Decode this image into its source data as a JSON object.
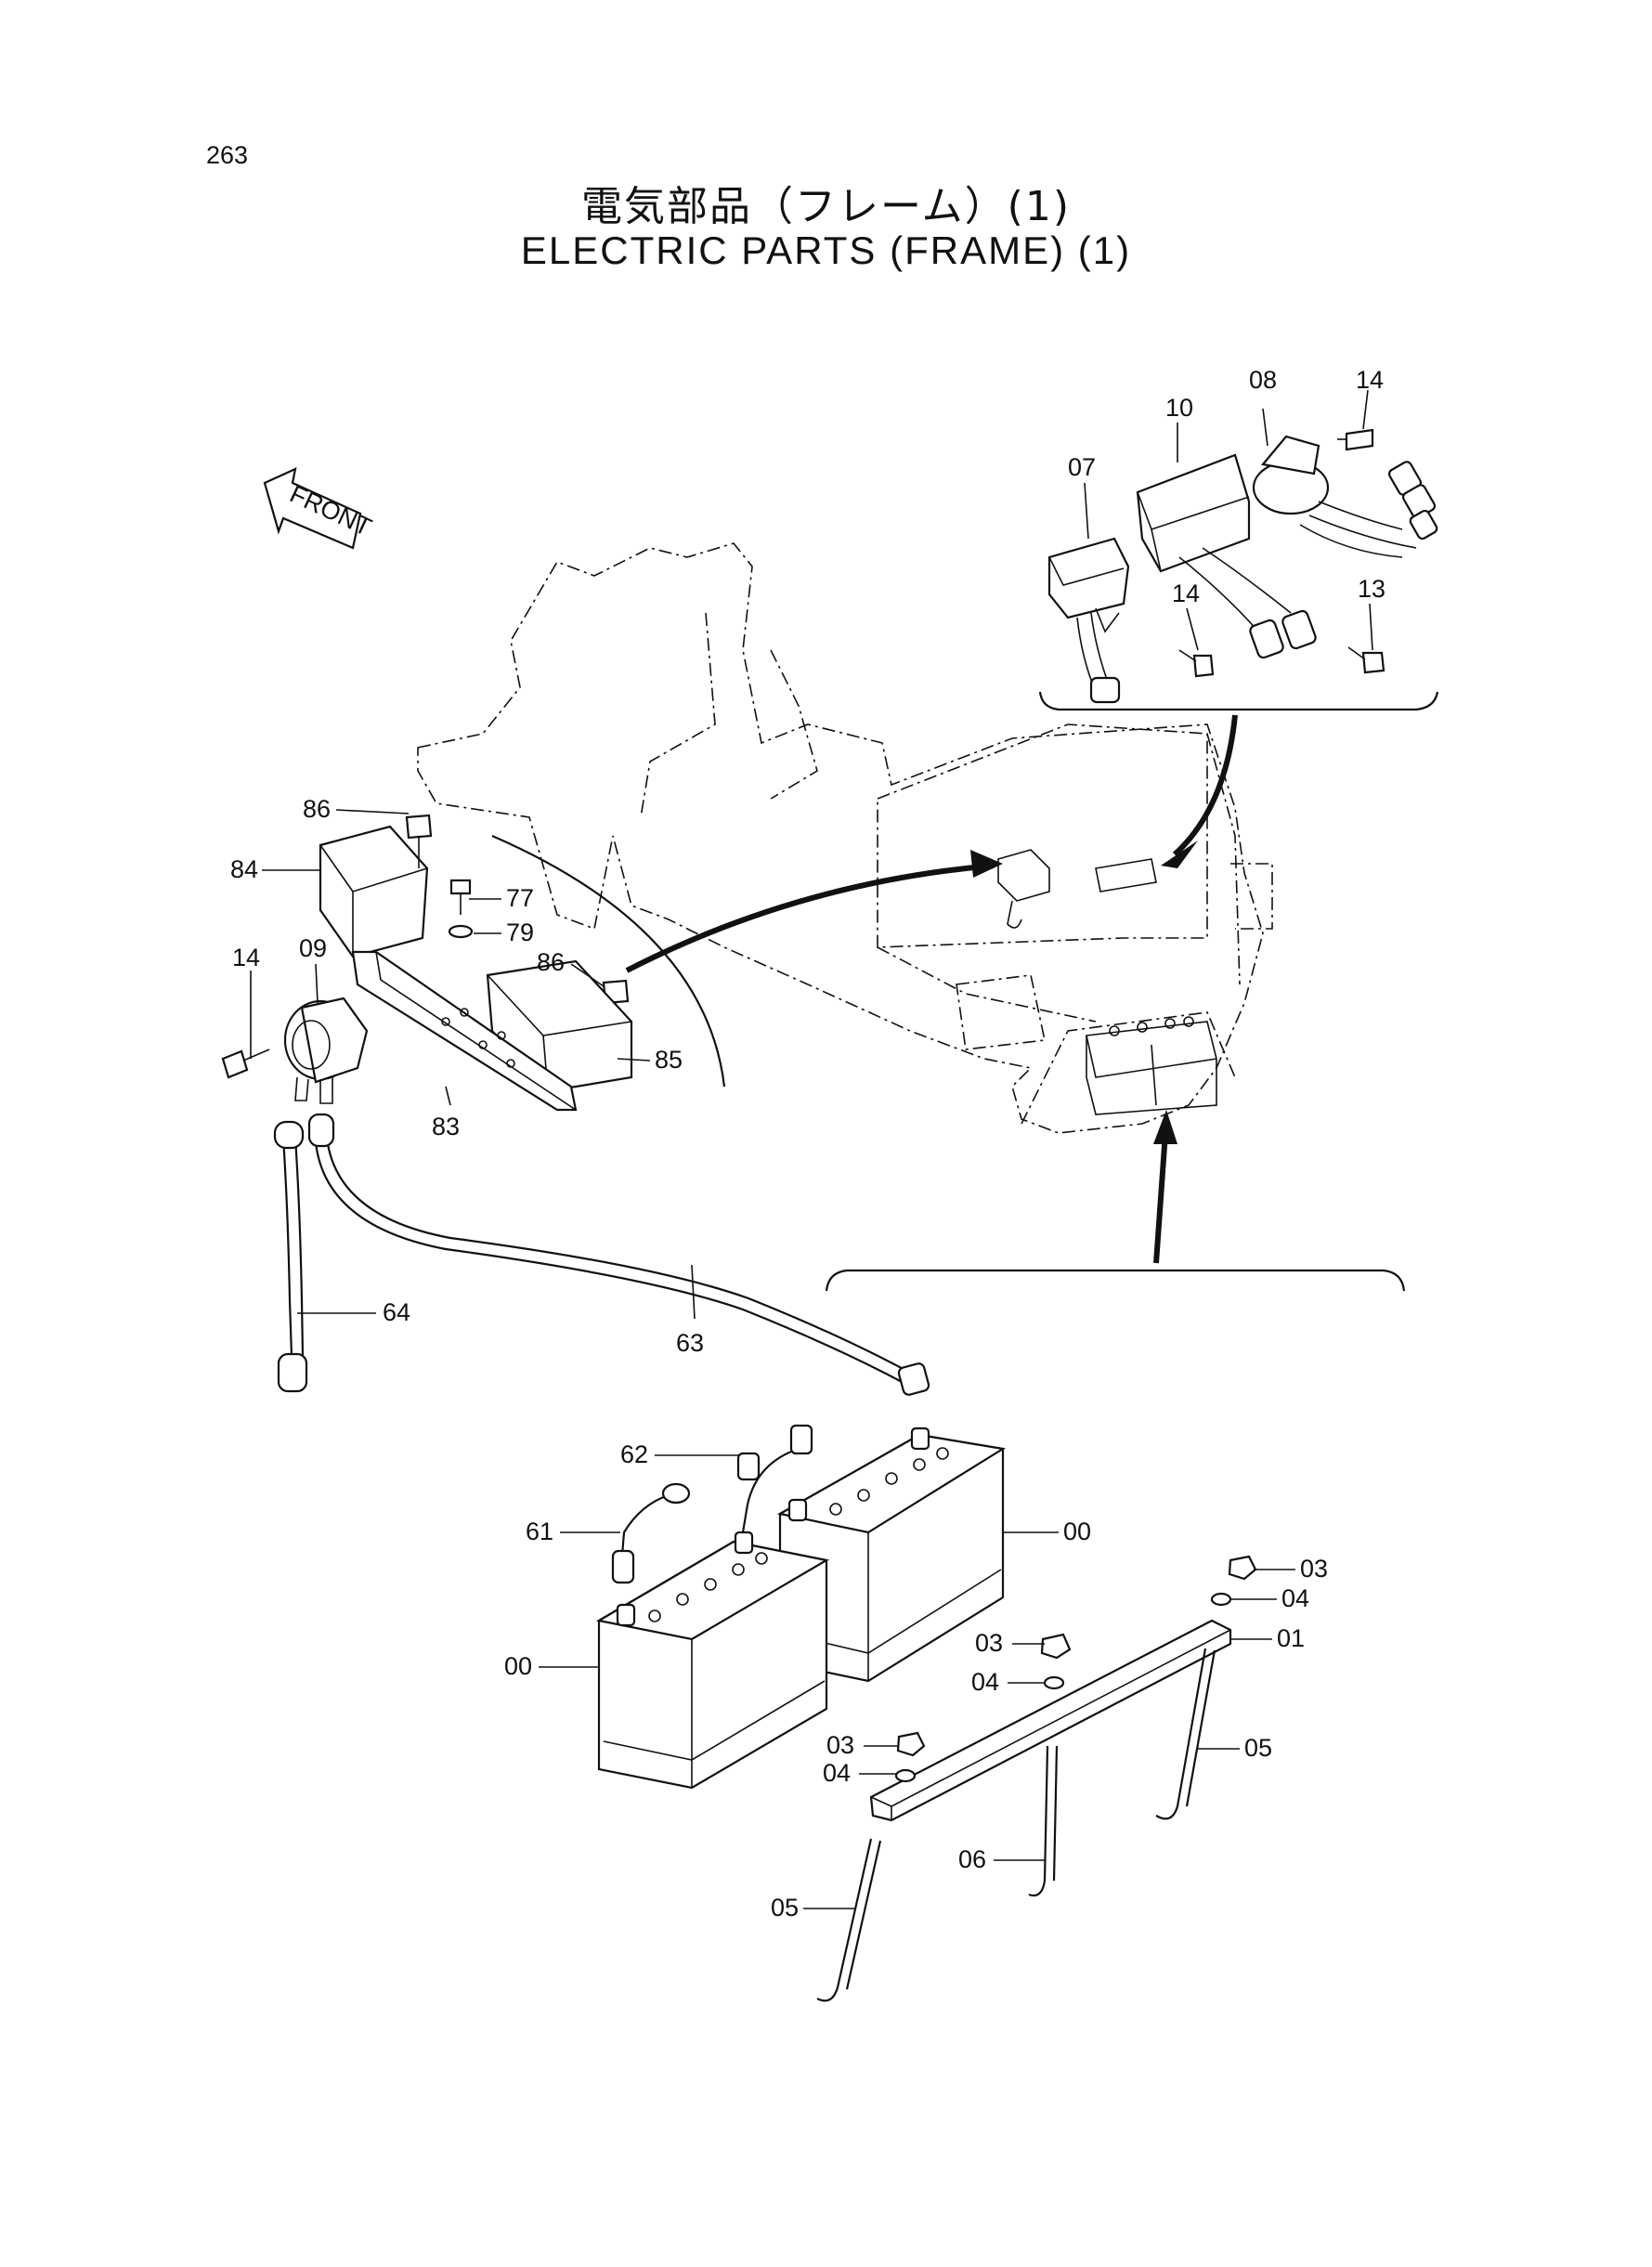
{
  "page_number": "263",
  "title_jp": "電気部品（フレーム）(1)",
  "title_en": "ELECTRIC PARTS (FRAME) (1)",
  "front_label": "FRONT",
  "callouts": [
    {
      "id": "c00a",
      "text": "00"
    },
    {
      "id": "c00b",
      "text": "00"
    },
    {
      "id": "c01",
      "text": "01"
    },
    {
      "id": "c03a",
      "text": "03"
    },
    {
      "id": "c03b",
      "text": "03"
    },
    {
      "id": "c03c",
      "text": "03"
    },
    {
      "id": "c04a",
      "text": "04"
    },
    {
      "id": "c04b",
      "text": "04"
    },
    {
      "id": "c04c",
      "text": "04"
    },
    {
      "id": "c05a",
      "text": "05"
    },
    {
      "id": "c05b",
      "text": "05"
    },
    {
      "id": "c06",
      "text": "06"
    },
    {
      "id": "c07",
      "text": "07"
    },
    {
      "id": "c08",
      "text": "08"
    },
    {
      "id": "c09",
      "text": "09"
    },
    {
      "id": "c10",
      "text": "10"
    },
    {
      "id": "c13",
      "text": "13"
    },
    {
      "id": "c14a",
      "text": "14"
    },
    {
      "id": "c14b",
      "text": "14"
    },
    {
      "id": "c14c",
      "text": "14"
    },
    {
      "id": "c61",
      "text": "61"
    },
    {
      "id": "c62",
      "text": "62"
    },
    {
      "id": "c63",
      "text": "63"
    },
    {
      "id": "c64",
      "text": "64"
    },
    {
      "id": "c77",
      "text": "77"
    },
    {
      "id": "c79",
      "text": "79"
    },
    {
      "id": "c83",
      "text": "83"
    },
    {
      "id": "c84",
      "text": "84"
    },
    {
      "id": "c85",
      "text": "85"
    },
    {
      "id": "c86a",
      "text": "86"
    },
    {
      "id": "c86b",
      "text": "86"
    }
  ]
}
